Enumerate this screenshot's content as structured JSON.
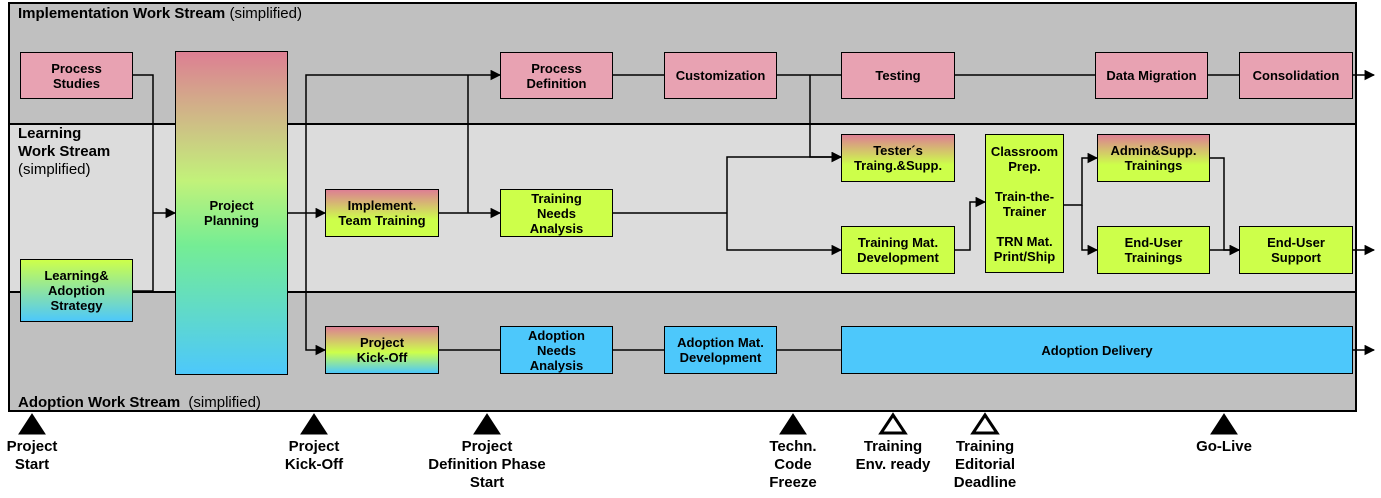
{
  "streams": {
    "implementation": {
      "title": "Implementation Work Stream",
      "suffix": "(simplified)"
    },
    "learning": {
      "title": "Learning\nWork Stream",
      "suffix": "(simplified)"
    },
    "adoption": {
      "title": "Adoption Work Stream",
      "suffix": "(simplified)"
    }
  },
  "boxes": {
    "process_studies": "Process\nStudies",
    "project_planning": "Project\nPlanning",
    "process_definition": "Process\nDefinition",
    "customization": "Customization",
    "testing": "Testing",
    "data_migration": "Data Migration",
    "consolidation": "Consolidation",
    "learning_adoption_strategy": "Learning&\nAdoption\nStrategy",
    "implement_team_training": "Implement.\nTeam Training",
    "training_needs_analysis": "Training\nNeeds\nAnalysis",
    "testers_training": "Tester´s\nTraing.&Supp.",
    "training_mat_development": "Training Mat.\nDevelopment",
    "classroom_prep": "Classroom\nPrep.\n\nTrain-the-\nTrainer\n\nTRN Mat.\nPrint/Ship",
    "admin_supp_trainings": "Admin&Supp.\nTrainings",
    "end_user_trainings": "End-User\nTrainings",
    "end_user_support": "End-User\nSupport",
    "project_kickoff": "Project\nKick-Off",
    "adoption_needs_analysis": "Adoption\nNeeds\nAnalysis",
    "adoption_mat_development": "Adoption Mat.\nDevelopment",
    "adoption_delivery": "Adoption Delivery"
  },
  "milestones": [
    {
      "label": "Project\nStart",
      "style": "filled"
    },
    {
      "label": "Project\nKick-Off",
      "style": "filled"
    },
    {
      "label": "Project\nDefinition Phase\nStart",
      "style": "filled"
    },
    {
      "label": "Techn.\nCode\nFreeze",
      "style": "filled"
    },
    {
      "label": "Training\nEnv. ready",
      "style": "outline"
    },
    {
      "label": "Training\nEditorial\nDeadline",
      "style": "outline"
    },
    {
      "label": "Go-Live",
      "style": "filled"
    }
  ],
  "colors": {
    "implementation_lane": "#c0c0c0",
    "learning_lane": "#dcdcdc",
    "adoption_lane": "#c0c0c0",
    "pink": "#e8a2b2",
    "lime": "#cdff4a",
    "cyan": "#4dc8fb"
  }
}
